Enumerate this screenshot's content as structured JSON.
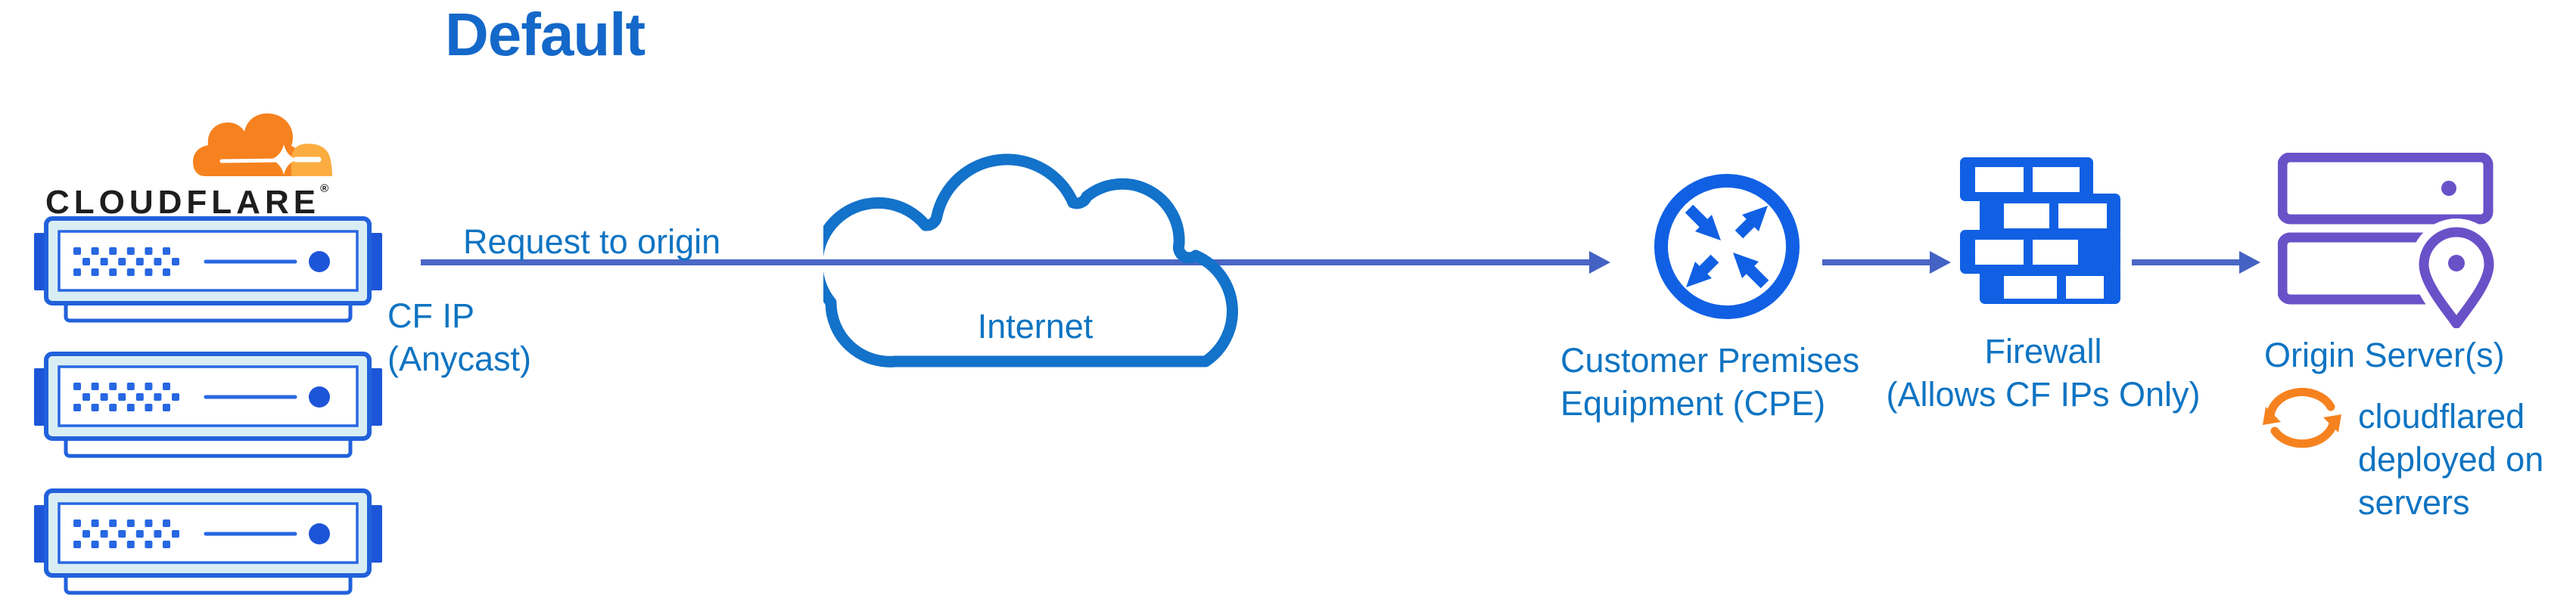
{
  "title": "Default",
  "logo": {
    "wordmark": "CLOUDFLARE",
    "registered": "®"
  },
  "labels": {
    "request": "Request to origin",
    "cf_ip_line1": "CF IP",
    "cf_ip_line2": "(Anycast)",
    "internet": "Internet",
    "cpe_line1": "Customer Premises",
    "cpe_line2": "Equipment (CPE)",
    "firewall_line1": "Firewall",
    "firewall_line2": "(Allows CF IPs Only)",
    "origin": "Origin Server(s)",
    "origin_note": "cloudflared deployed on servers"
  },
  "icons": {
    "cloudflare_logo": "cloudflare-cloud-logo",
    "edge_server": "server-rack",
    "internet": "cloud-outline",
    "cpe": "router-crossed-arrows",
    "firewall": "brick-wall",
    "origin": "server-stack-with-location-pin",
    "cloudflared": "sync-arrows"
  },
  "colors": {
    "title_blue": "#1468C9",
    "label_blue": "#0F74C2",
    "icon_blue": "#1160E4",
    "connector_blue": "#4A67C5",
    "cloud_outline_blue": "#1372CA",
    "server_border_blue": "#2161DB",
    "server_fill_light": "#D9EDF4",
    "origin_purple": "#6951C8",
    "cloudflare_orange": "#F6821F",
    "cloudflare_orange_light": "#FBAD41",
    "wordmark_black": "#1E1E1E"
  }
}
